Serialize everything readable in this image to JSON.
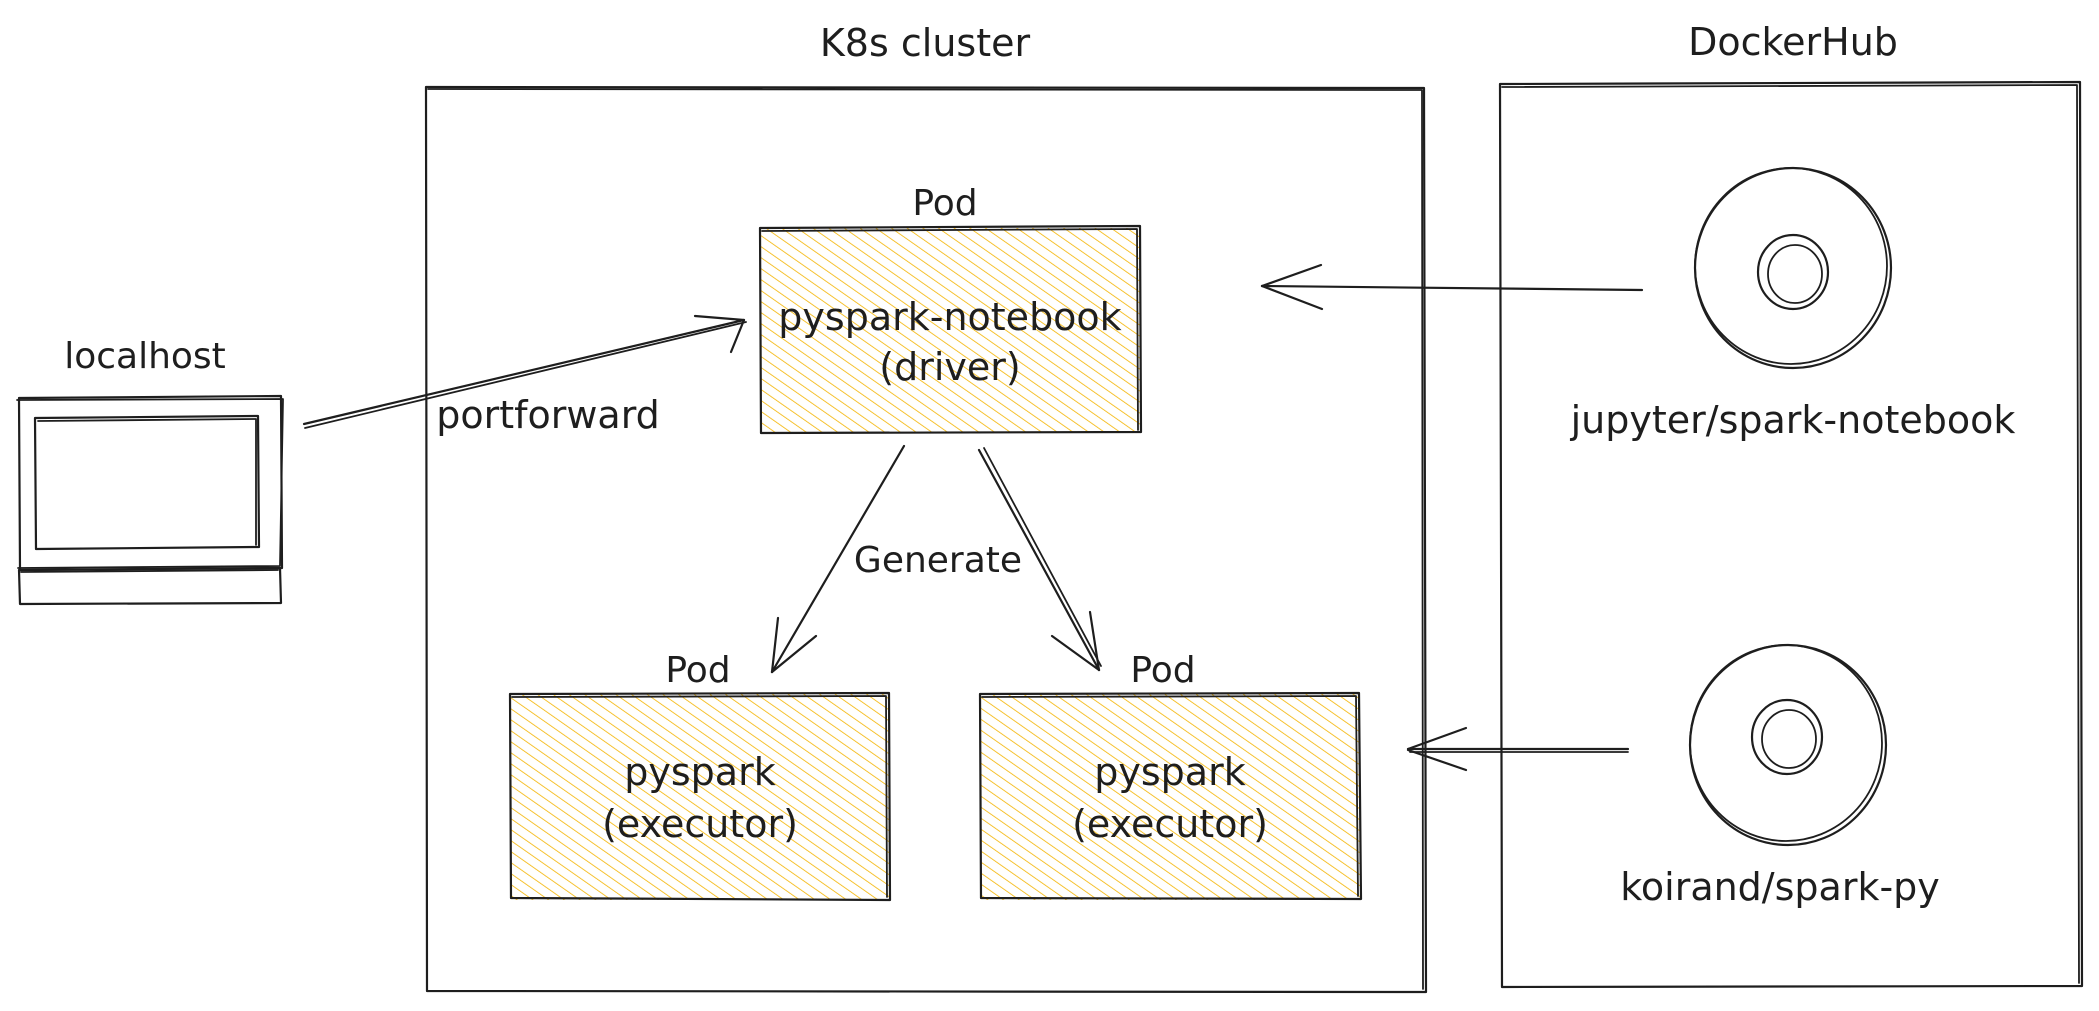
{
  "localhost": {
    "label": "localhost"
  },
  "cluster": {
    "label": "K8s cluster",
    "driver_pod": {
      "pod_label": "Pod",
      "name": "pyspark-notebook",
      "role": "(driver)"
    },
    "executor_pod_1": {
      "pod_label": "Pod",
      "name": "pyspark",
      "role": "(executor)"
    },
    "executor_pod_2": {
      "pod_label": "Pod",
      "name": "pyspark",
      "role": "(executor)"
    },
    "generate_label": "Generate"
  },
  "portforward_label": "portforward",
  "dockerhub": {
    "label": "DockerHub",
    "images": [
      {
        "name": "jupyter/spark-notebook"
      },
      {
        "name": "koirand/spark-py"
      }
    ]
  },
  "colors": {
    "pod_fill": "#f4b400",
    "pod_bg": "#fffdf2",
    "ink": "#1e1e1e"
  }
}
